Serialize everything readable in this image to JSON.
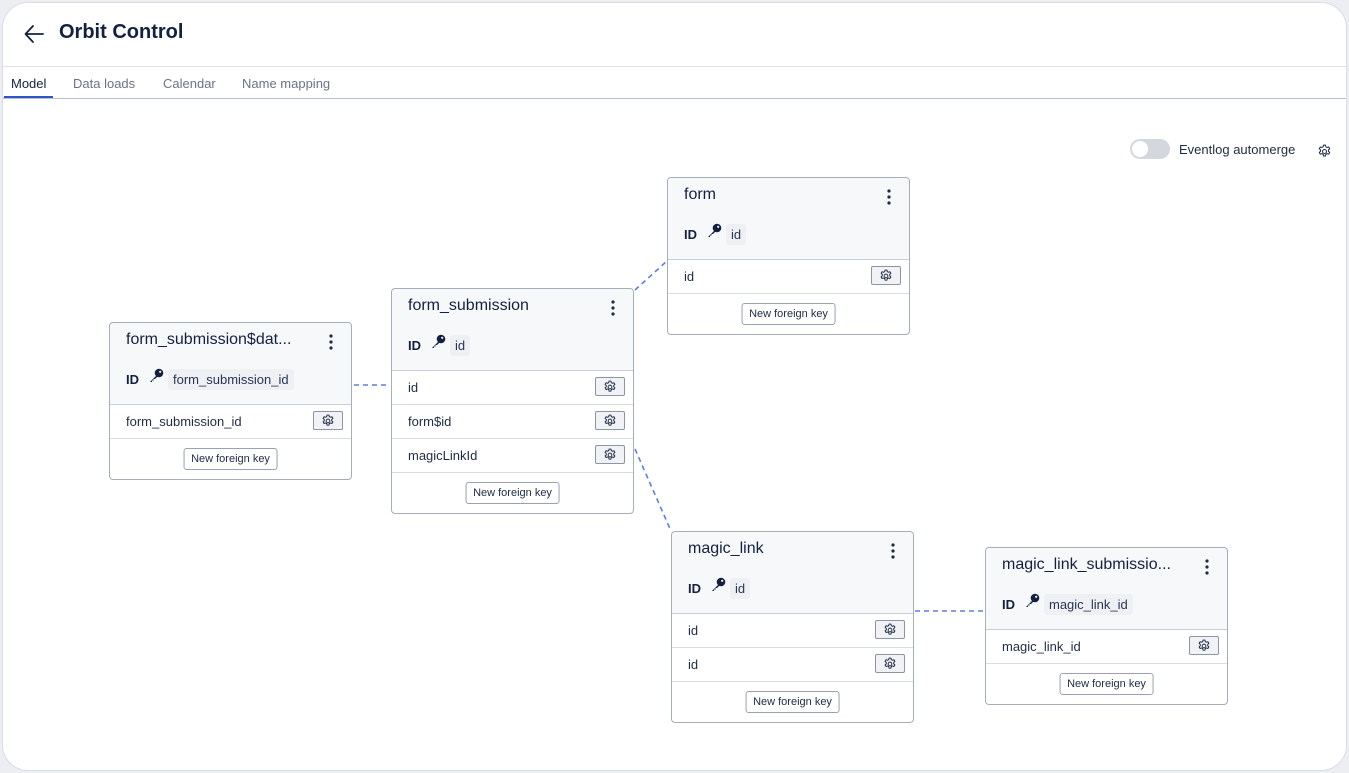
{
  "app": {
    "title": "Orbit Control"
  },
  "tabs": [
    {
      "label": "Model",
      "active": true
    },
    {
      "label": "Data loads",
      "active": false
    },
    {
      "label": "Calendar",
      "active": false
    },
    {
      "label": "Name mapping",
      "active": false
    }
  ],
  "toolbar": {
    "eventlog_label": "Eventlog automerge",
    "eventlog_enabled": false
  },
  "tables": [
    {
      "name": "form_submission$dat...",
      "id_label": "ID",
      "id_key": "form_submission_id",
      "fields": [
        "form_submission_id"
      ],
      "fk_button": "New foreign key"
    },
    {
      "name": "form_submission",
      "id_label": "ID",
      "id_key": "id",
      "fields": [
        "id",
        "form$id",
        "magicLinkId"
      ],
      "fk_button": "New foreign key"
    },
    {
      "name": "form",
      "id_label": "ID",
      "id_key": "id",
      "fields": [
        "id"
      ],
      "fk_button": "New foreign key"
    },
    {
      "name": "magic_link",
      "id_label": "ID",
      "id_key": "id",
      "fields": [
        "id",
        "id"
      ],
      "fk_button": "New foreign key"
    },
    {
      "name": "magic_link_submissio...",
      "id_label": "ID",
      "id_key": "magic_link_id",
      "fields": [
        "magic_link_id"
      ],
      "fk_button": "New foreign key"
    }
  ],
  "colors": {
    "accent": "#2f55c4",
    "relation_line": "#5b7fe0",
    "table_border": "#a6adbb"
  }
}
